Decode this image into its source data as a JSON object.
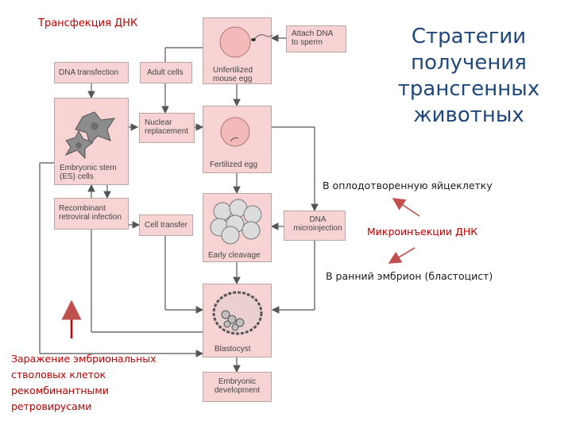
{
  "title": [
    "Стратегии",
    "получения",
    "трансгенных",
    "животных"
  ],
  "label_dna_transfection_ru": "Трансфекция ДНК",
  "label_into_egg": "В оплодотворенную яйцеклетку",
  "label_microinjection": "Микроинъекции ДНК",
  "label_into_embryo": "В ранний эмбрион (бластоцист)",
  "label_retro_infection": [
    "Заражение эмбриональных",
    "стволовых клеток",
    "рекомбинантными",
    "ретровирусами"
  ],
  "diagram": {
    "dna_transfection": "DNA transfection",
    "adult_cells": "Adult cells",
    "es_cells": [
      "Embryonic stem",
      "(ES) cells"
    ],
    "nuclear_replacement": [
      "Nuclear",
      "replacement"
    ],
    "recombinant_retroviral": [
      "Recombinant",
      "retroviral infection"
    ],
    "cell_transfer": "Cell transfer",
    "attach_dna": [
      "Attach DNA",
      "to sperm"
    ],
    "unfertilized_egg": [
      "Unfertilized",
      "mouse egg"
    ],
    "fertilized_egg": "Fertilized egg",
    "early_cleavage": "Early cleavage",
    "dna_microinjection": [
      "DNA",
      "microinjection"
    ],
    "blastocyst": "Blastocyst",
    "embryonic_development": [
      "Embryonic",
      "development"
    ]
  },
  "colors": {
    "box_fill": "#f7d3d3",
    "title": "#1f497d",
    "red": "#c00000"
  }
}
